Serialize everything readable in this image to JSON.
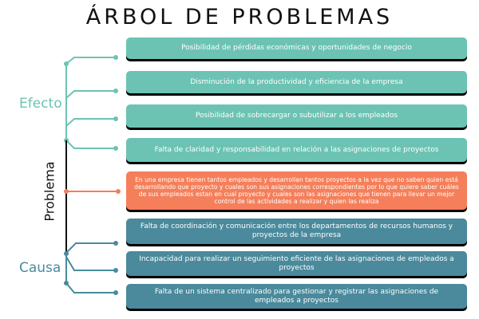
{
  "title": "ÁRBOL DE PROBLEMAS",
  "labels": {
    "efecto": "Efecto",
    "problema": "Problema",
    "causa": "Causa"
  },
  "colors": {
    "efecto": "#6cc3b3",
    "problema": "#f47f5a",
    "causa": "#4a8a9c"
  },
  "efectos": [
    "Posibilidad de pérdidas económicas y oportunidades de negocio",
    "Disminución de la productividad y eficiencia de la empresa",
    "Posibilidad de sobrecargar o subutilizar a los empleados",
    "Falta de claridad y responsabilidad en relación a las asignaciones de proyectos"
  ],
  "problema": "En una empresa tienen tantos empleados y desarrollan tantos proyectos a la vez que no saben quien está desarrollando que proyecto y cuales son sus asignaciones correspondientes por lo que quiere saber cuáles de sus empleados estan en cual proyecto y cuales son las asignaciones que tienen para llevar un mejor control de las actividades a realizar y quien las realiza",
  "causas": [
    "Falta de coordinación y comunicación entre los departamentos de recursos humanos y proyectos de la empresa",
    "Incapacidad para realizar un seguimiento eficiente de las asignaciones de empleados a proyectos",
    "Falta de un sistema centralizado para gestionar y registrar las asignaciones de empleados a proyectos"
  ]
}
